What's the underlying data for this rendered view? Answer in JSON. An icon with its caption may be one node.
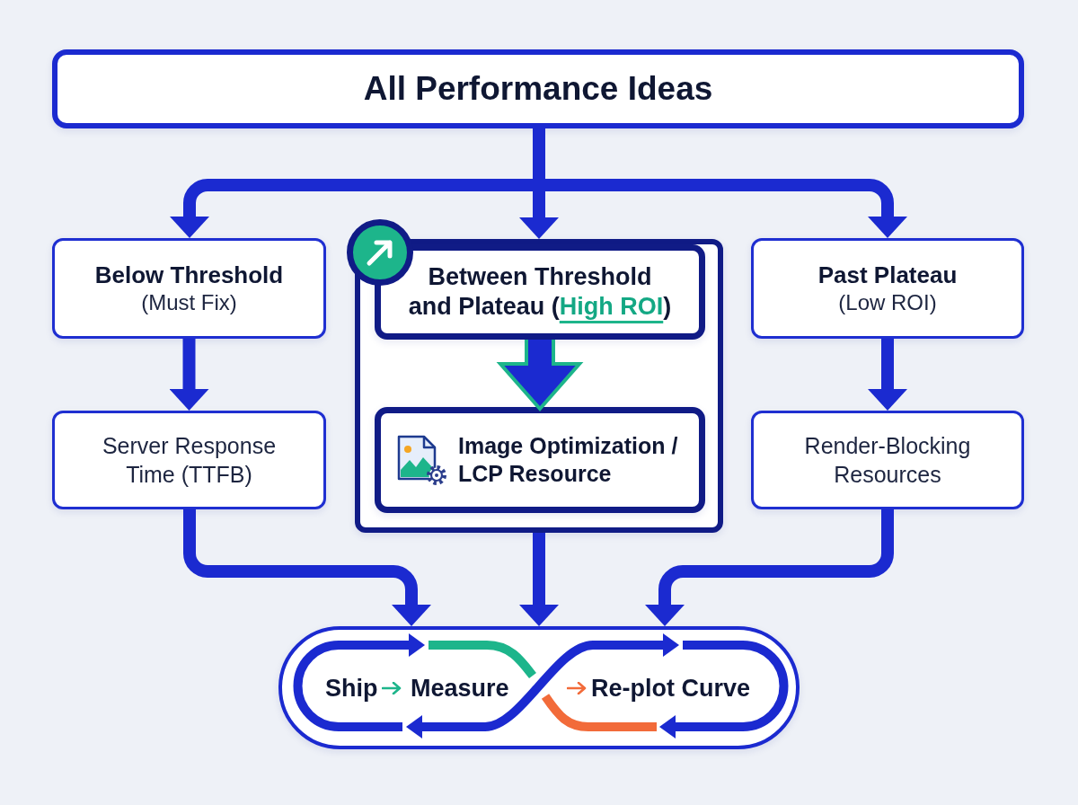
{
  "diagram": {
    "nodes": [
      {
        "text": [
          "All Performance Ideas"
        ]
      },
      {
        "text": [
          "Below Threshold",
          "(Must Fix)"
        ]
      },
      {
        "text": [],
        "shape": "box"
      },
      {
        "text": [
          "Between Threshold and Plateau (*High ROI*)"
        ],
        "in": 2
      },
      {
        "text": [
          "Image Optimization / LCP Resource"
        ],
        "in": 2
      },
      {
        "text": [
          "Past Plateau",
          "(Low ROI)"
        ]
      },
      {
        "text": [
          "Server Response Time (TTFB)"
        ]
      },
      {
        "text": [
          "Render-Blocking Resources"
        ]
      },
      {
        "text": [
          "Ship",
          "Measure",
          "Re-plot Curve"
        ]
      }
    ],
    "edges": [
      {
        "from": 0,
        "to": 1,
        "arrow": "to"
      },
      {
        "from": 0,
        "to": 2,
        "arrow": "to"
      },
      {
        "from": 0,
        "to": 5,
        "arrow": "to"
      },
      {
        "from": 1,
        "to": 6,
        "arrow": "to"
      },
      {
        "from": 3,
        "to": 4,
        "arrow": "to",
        "style": "thick",
        "color": "#1db58b"
      },
      {
        "from": 5,
        "to": 7,
        "arrow": "to"
      },
      {
        "from": 6,
        "to": 8,
        "arrow": "to"
      },
      {
        "from": 2,
        "to": 8,
        "arrow": "to"
      },
      {
        "from": 7,
        "to": 8,
        "arrow": "to"
      }
    ]
  }
}
